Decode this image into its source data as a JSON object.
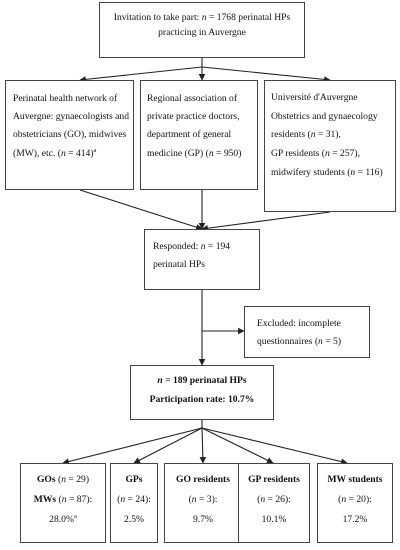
{
  "invitation": {
    "line1_pre": "Invitation to take part: ",
    "n_var": "n",
    "line1_post": " = 1768 perinatal HPs",
    "line2": "practicing in Auvergne"
  },
  "network": {
    "line1": "Perinatal health network of",
    "line2": "Auvergne: gynaecologists and",
    "line3": "obstetricians (GO), midwives",
    "line4_pre": "(MW), etc. (",
    "n_var": "n",
    "line4_post": " = 414)",
    "footnote": "a"
  },
  "regional": {
    "line1": "Regional association of",
    "line2": "private practice doctors,",
    "line3": "department of general",
    "line4_pre": "medicine (GP) (",
    "n_var": "n",
    "line4_post": " = 950)"
  },
  "university": {
    "line1": "Université d'Auvergne",
    "line2": "Obstetrics and gynaecology",
    "line3_pre": "residents (",
    "n_var": "n",
    "line3_post": " = 31),",
    "line4_pre": "GP residents (",
    "line4_post": " = 257),",
    "line5_pre": "midwifery students (",
    "line5_post": " = 116)"
  },
  "responded": {
    "line1_pre": "Responded: ",
    "n_var": "n",
    "line1_post": " = 194",
    "line2": "perinatal HPs"
  },
  "excluded": {
    "line1": "Excluded: incomplete",
    "line2_pre": "questionnaires (",
    "n_var": "n",
    "line2_post": " = 5)"
  },
  "final": {
    "n_var": "n",
    "line1_post": " = 189 perinatal HPs",
    "line2": "Participation rate: 10.7%"
  },
  "groups": [
    {
      "a_label": "GOs",
      "a_pre": " (",
      "a_post": " = 29)",
      "b_label": "MWs",
      "b_pre": " (",
      "b_post": " = 87):",
      "rate": "28.0%",
      "footnote": "a"
    },
    {
      "label": "GPs",
      "l2_pre": "(",
      "l2_post": " = 24):",
      "rate": "2.5%"
    },
    {
      "label": "GO residents",
      "l2_pre": "(",
      "l2_post": " = 3):",
      "rate": "9.7%"
    },
    {
      "label": "GP residents",
      "l2_pre": "(",
      "l2_post": " = 26):",
      "rate": "10.1%"
    },
    {
      "label": "MW students",
      "l2_pre": "(",
      "l2_post": " = 20):",
      "rate": "17.2%"
    }
  ],
  "n_symbol": "n"
}
